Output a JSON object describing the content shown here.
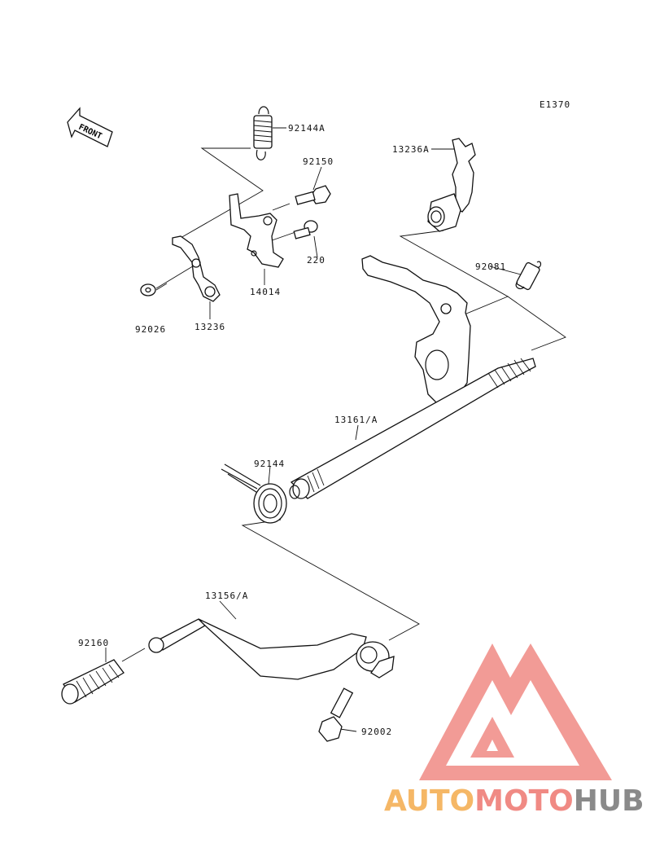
{
  "diagram_code": "E1370",
  "front_marker": "FRONT",
  "parts": [
    {
      "id": "p92144A",
      "label": "92144A"
    },
    {
      "id": "p92150",
      "label": "92150"
    },
    {
      "id": "p220",
      "label": "220"
    },
    {
      "id": "p14014",
      "label": "14014"
    },
    {
      "id": "p13236",
      "label": "13236"
    },
    {
      "id": "p92026",
      "label": "92026"
    },
    {
      "id": "p13236A",
      "label": "13236A"
    },
    {
      "id": "p92081",
      "label": "92081"
    },
    {
      "id": "p13161A",
      "label": "13161/A"
    },
    {
      "id": "p92144",
      "label": "92144"
    },
    {
      "id": "p13156A",
      "label": "13156/A"
    },
    {
      "id": "p92160",
      "label": "92160"
    },
    {
      "id": "p92002",
      "label": "92002"
    }
  ],
  "watermark": {
    "part1": "AUTO",
    "part2": "MOTO",
    "part3": "HUB"
  },
  "colors": {
    "line": "#111111",
    "logo_red": "#f08a84",
    "logo_orange": "#f5b766",
    "logo_gray": "#8a8a8a"
  }
}
